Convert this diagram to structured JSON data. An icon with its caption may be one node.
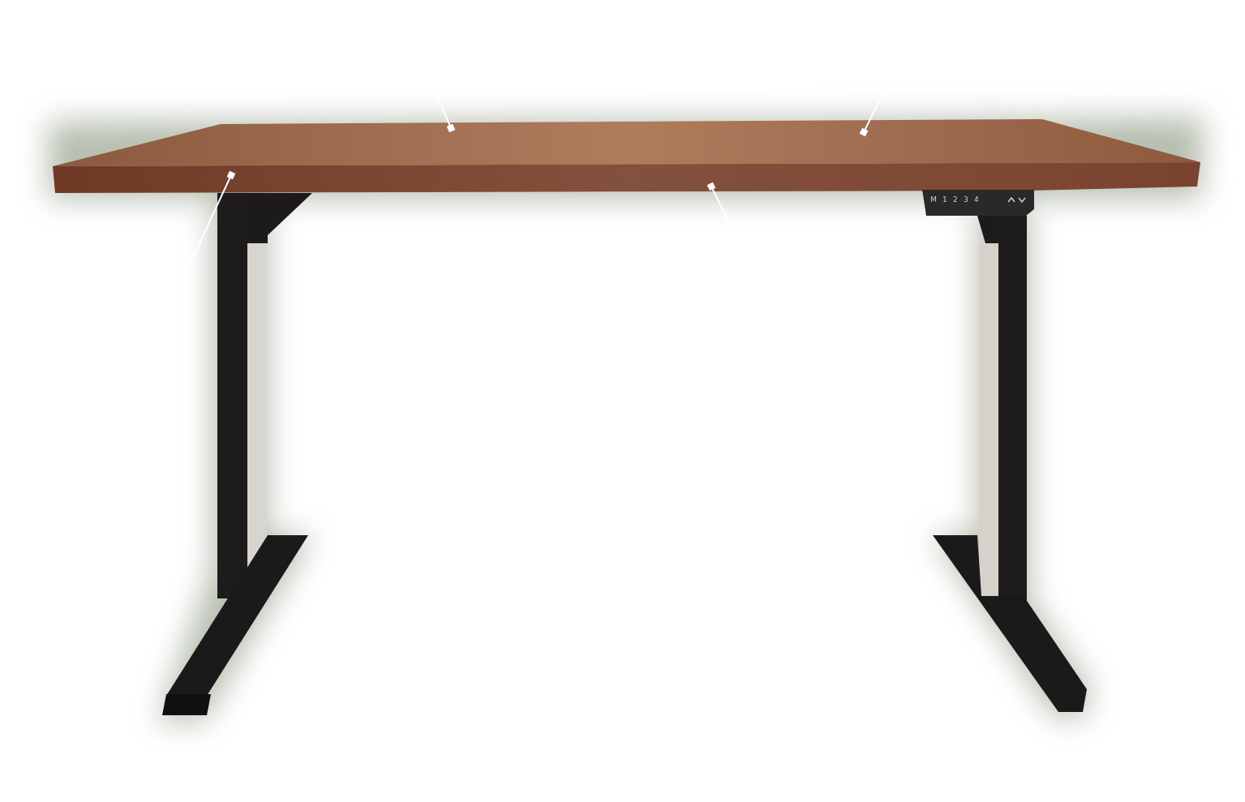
{
  "diagram": {
    "nodes": [
      {
        "text": [],
        "shape": "picture"
      },
      {
        "text": [],
        "shape": "picture"
      }
    ],
    "edges": [
      {
        "from": null,
        "to": 1,
        "arrow": "other"
      },
      {
        "from": null,
        "to": 0,
        "arrow": "other"
      },
      {
        "from": null,
        "to": 1,
        "arrow": "other"
      },
      {
        "from": null,
        "to": 0,
        "arrow": "other"
      }
    ],
    "labels": [
      "M",
      "1",
      "2",
      "3",
      "4"
    ]
  }
}
